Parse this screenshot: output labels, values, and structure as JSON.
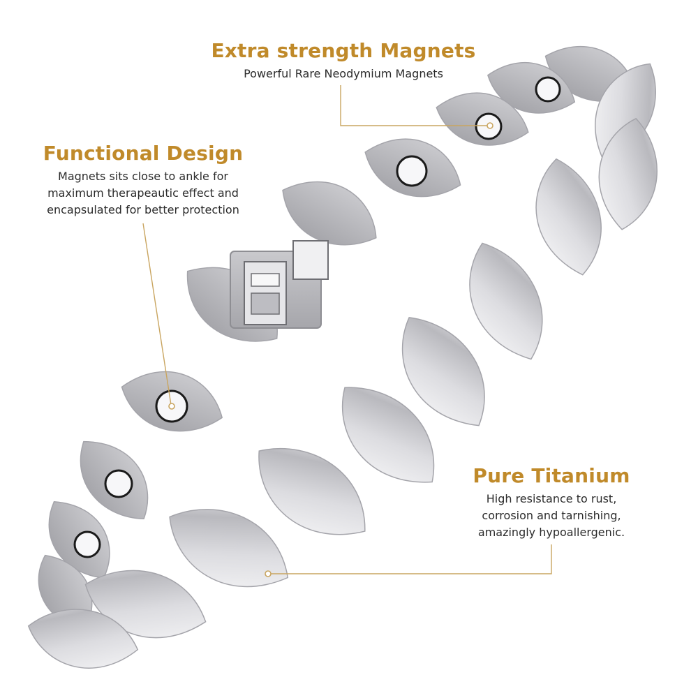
{
  "colors": {
    "accent": "#c08a2a",
    "leader": "#c9a560",
    "metal_light": "#f4f4f6",
    "metal_mid": "#cfcfd3",
    "metal_dark": "#9a9aa0",
    "magnet_ring": "#1a1a1a"
  },
  "callouts": {
    "magnets": {
      "title": "Extra strength Magnets",
      "lines": [
        "Powerful Rare Neodymium Magnets"
      ]
    },
    "design": {
      "title": "Functional Design",
      "lines": [
        "Magnets sits close to ankle for",
        "maximum therapeautic effect and",
        "encapsulated for better protection"
      ]
    },
    "titanium": {
      "title": "Pure Titanium",
      "lines": [
        "High resistance to rust,",
        "corrosion and tarnishing,",
        "amazingly hypoallergenic."
      ]
    }
  }
}
